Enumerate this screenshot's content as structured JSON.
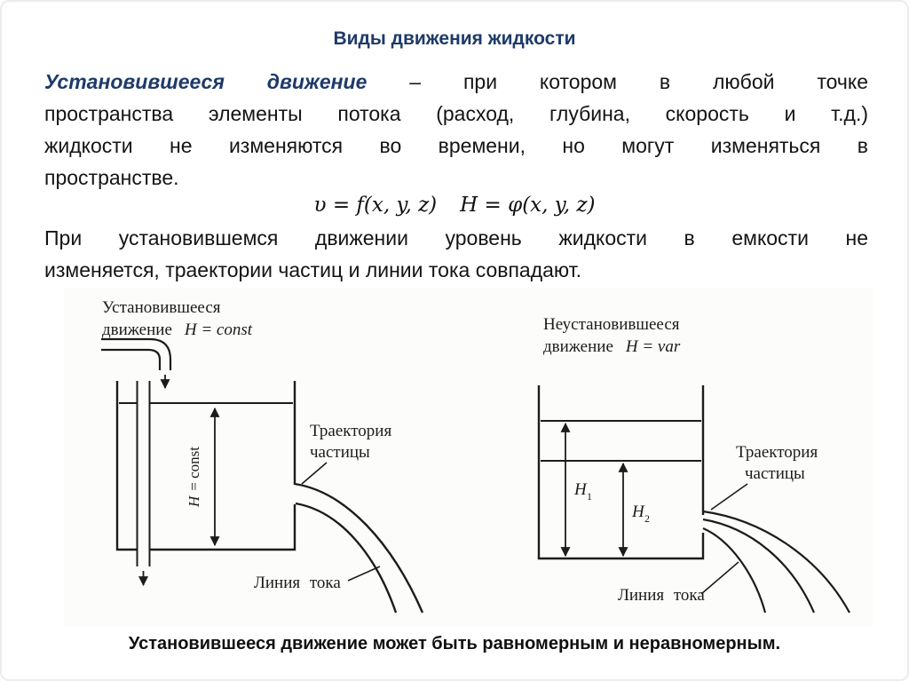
{
  "colors": {
    "accent_navy": "#1e3a68",
    "ink": "#141414"
  },
  "slide": {
    "title": "Виды движения жидкости",
    "definition": {
      "lead": "Установившееся движение",
      "line1_rest": " – при котором в любой точке",
      "line2": "пространства элементы потока (расход, глубина, скорость и т.д.)",
      "line3": "жидкости не изменяются во времени, но могут изменяться в",
      "line4": "пространстве."
    },
    "formula": {
      "velocity": "υ = f(x, y, z)",
      "head": "H = φ(x, y, z)"
    },
    "statement": {
      "line1": "При установившемся движении уровень жидкости в емкости не",
      "line2": "изменяется, траектории частиц и линии тока совпадают."
    },
    "footer": "Установившееся движение может быть равномерным и неравномерным."
  },
  "left_diagram": {
    "caption_line1": "Установившееся",
    "caption_word": "движение",
    "caption_eq": "H = const",
    "head_label_var": "H",
    "head_label_rest": "= const",
    "trajectory_line1": "Траектория",
    "trajectory_line2": "частицы",
    "streamline": "Линия тока"
  },
  "right_diagram": {
    "caption_line1": "Неустановившееся",
    "caption_word": "движение",
    "caption_eq": "H = var",
    "h1_var": "H",
    "h1_sub": "1",
    "h2_var": "H",
    "h2_sub": "2",
    "trajectory_line1": "Траектория",
    "trajectory_line2": "частицы",
    "streamline": "Линия тока"
  }
}
